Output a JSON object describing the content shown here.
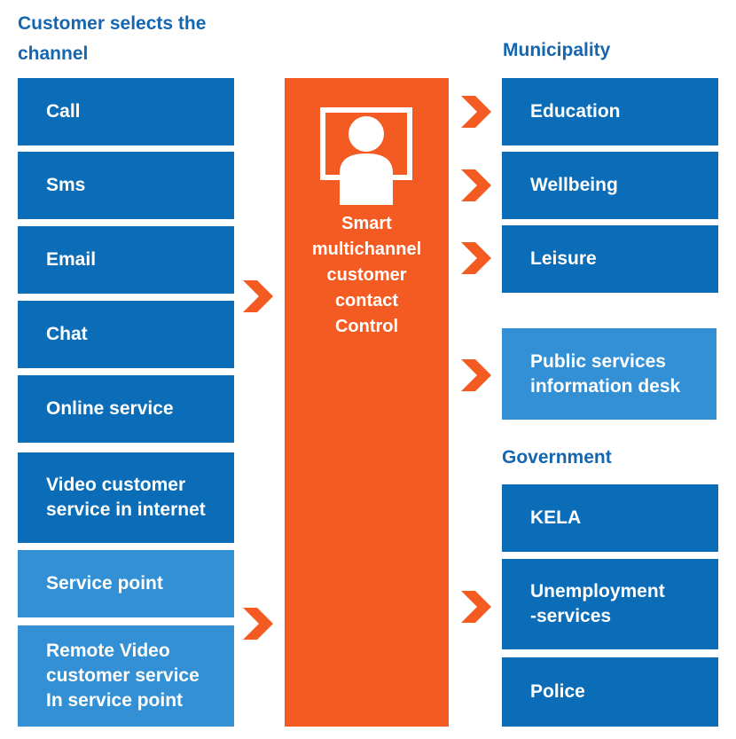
{
  "left": {
    "heading": "Customer selects the\nchannel",
    "channels": [
      {
        "label": "Call",
        "tone": "dark"
      },
      {
        "label": "Sms",
        "tone": "dark"
      },
      {
        "label": "Email",
        "tone": "dark"
      },
      {
        "label": "Chat",
        "tone": "dark"
      },
      {
        "label": "Online service",
        "tone": "dark"
      },
      {
        "label": "Video customer\nservice in internet",
        "tone": "dark"
      },
      {
        "label": "Service point",
        "tone": "light"
      },
      {
        "label": "Remote Video\ncustomer service\nIn service point",
        "tone": "light"
      }
    ]
  },
  "center": {
    "label": "Smart\nmultichannel\ncustomer\ncontact\nControl",
    "icon": "person-screen-icon"
  },
  "right": {
    "municipality_heading": "Municipality",
    "municipality": [
      {
        "label": "Education",
        "tone": "dark"
      },
      {
        "label": "Wellbeing",
        "tone": "dark"
      },
      {
        "label": "Leisure",
        "tone": "dark"
      },
      {
        "label": "Public services\ninformation desk",
        "tone": "light"
      }
    ],
    "government_heading": "Government",
    "government": [
      {
        "label": "KELA",
        "tone": "dark"
      },
      {
        "label": "Unemployment\n-services",
        "tone": "dark"
      },
      {
        "label": "Police",
        "tone": "dark"
      }
    ]
  },
  "colors": {
    "dark_blue": "#0b6db8",
    "light_blue": "#3490d4",
    "orange": "#f35b23",
    "heading_blue": "#1566b0"
  }
}
